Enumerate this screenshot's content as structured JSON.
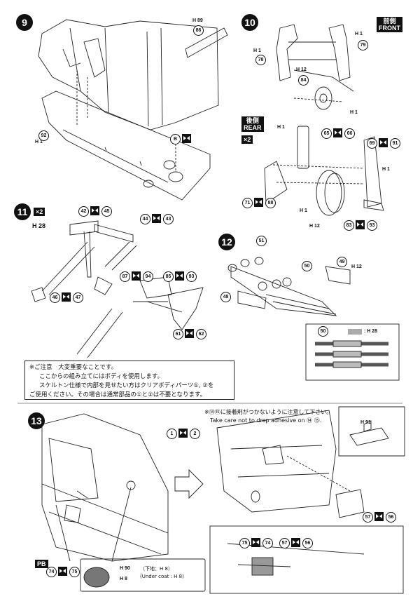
{
  "steps": {
    "s9": {
      "number": "9",
      "labels": {
        "p86": "86",
        "p92": "92",
        "b": "B"
      },
      "paint_86": "H 89",
      "paint_92": "H 1"
    },
    "s10": {
      "number": "10",
      "front_tag": "前側\nFRONT",
      "rear_tag": "後側\nREAR",
      "rear_qty": "×2",
      "labels": {
        "p79": "79",
        "p78": "78",
        "p84": "84",
        "p65": "65",
        "p66": "66",
        "p69": "69",
        "p91": "91",
        "p71": "71",
        "p88": "88",
        "p83": "83",
        "p93": "93"
      },
      "paint_h1": "H 1",
      "paint_h12": "H 12"
    },
    "s11": {
      "number": "11",
      "qty": "×2",
      "paint_28": "H 28",
      "labels": {
        "p42": "42",
        "p45": "45",
        "p44": "44",
        "p43": "43",
        "p46": "46",
        "p47": "47",
        "p87": "87",
        "p94": "94",
        "p85": "85",
        "p93": "93",
        "p61": "61",
        "p62": "62"
      }
    },
    "s12": {
      "number": "12",
      "labels": {
        "p51": "51",
        "p50": "50",
        "p49": "49",
        "p48": "48",
        "inset50": "50"
      },
      "paint_h12": "H 12",
      "inset_paint": ": H 28"
    },
    "s13": {
      "number": "13",
      "labels": {
        "p1": "1",
        "p2": "2",
        "p74": "74",
        "p75": "75",
        "p57": "57",
        "p56": "56"
      },
      "pb": "PB",
      "paint_h91": "H 91",
      "paint_h90": "H 90",
      "paint_h8": "H 8",
      "undercoat_jp": "（下地：H 8）",
      "undercoat_en": "(Under coat : H 8)",
      "adhesive_jp": "※⑭⑮に接着剤がつかないように注意して下さい。",
      "adhesive_en": "Take care not to drop adhesive on ⑭ ⑮."
    }
  },
  "notice": {
    "line1": "※ご注意　大変重要なことです。",
    "line2": "ここからの組み立てにはボディを使用します。",
    "line3": "スケルトン仕様で内部を見せたい方はクリアボディパーツ①, ②を",
    "line4": "ご使用ください。その場合は通常部品の①と②は不要となります。"
  },
  "icons": [
    "cut-icon",
    "cement-icon",
    "arrow-icon"
  ]
}
